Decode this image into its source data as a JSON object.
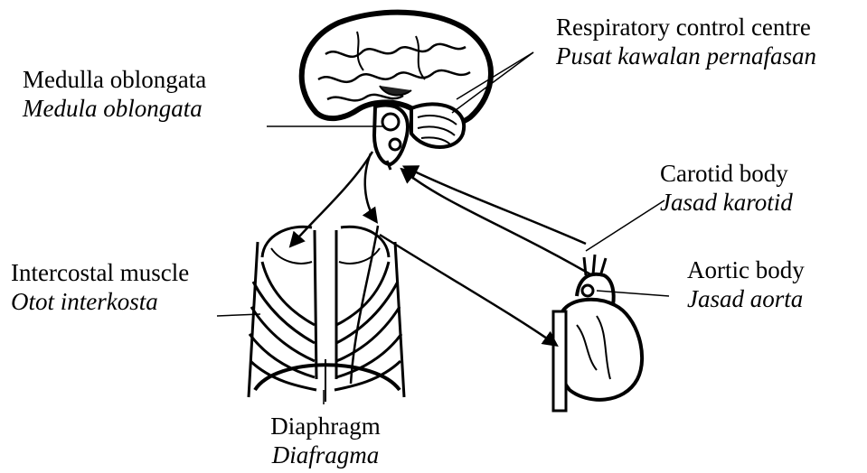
{
  "labels": {
    "respiratory_control": {
      "english": "Respiratory control centre",
      "malay": "Pusat kawalan pernafasan"
    },
    "medulla": {
      "english": "Medulla oblongata",
      "malay": "Medula oblongata"
    },
    "carotid": {
      "english": "Carotid body",
      "malay": "Jasad karotid"
    },
    "aortic": {
      "english": "Aortic body",
      "malay": "Jasad aorta"
    },
    "intercostal": {
      "english": "Intercostal muscle",
      "malay": "Otot interkosta"
    },
    "diaphragm": {
      "english": "Diaphragm",
      "malay": "Diafragma"
    }
  },
  "colors": {
    "ink": "#000000",
    "background": "#ffffff"
  }
}
